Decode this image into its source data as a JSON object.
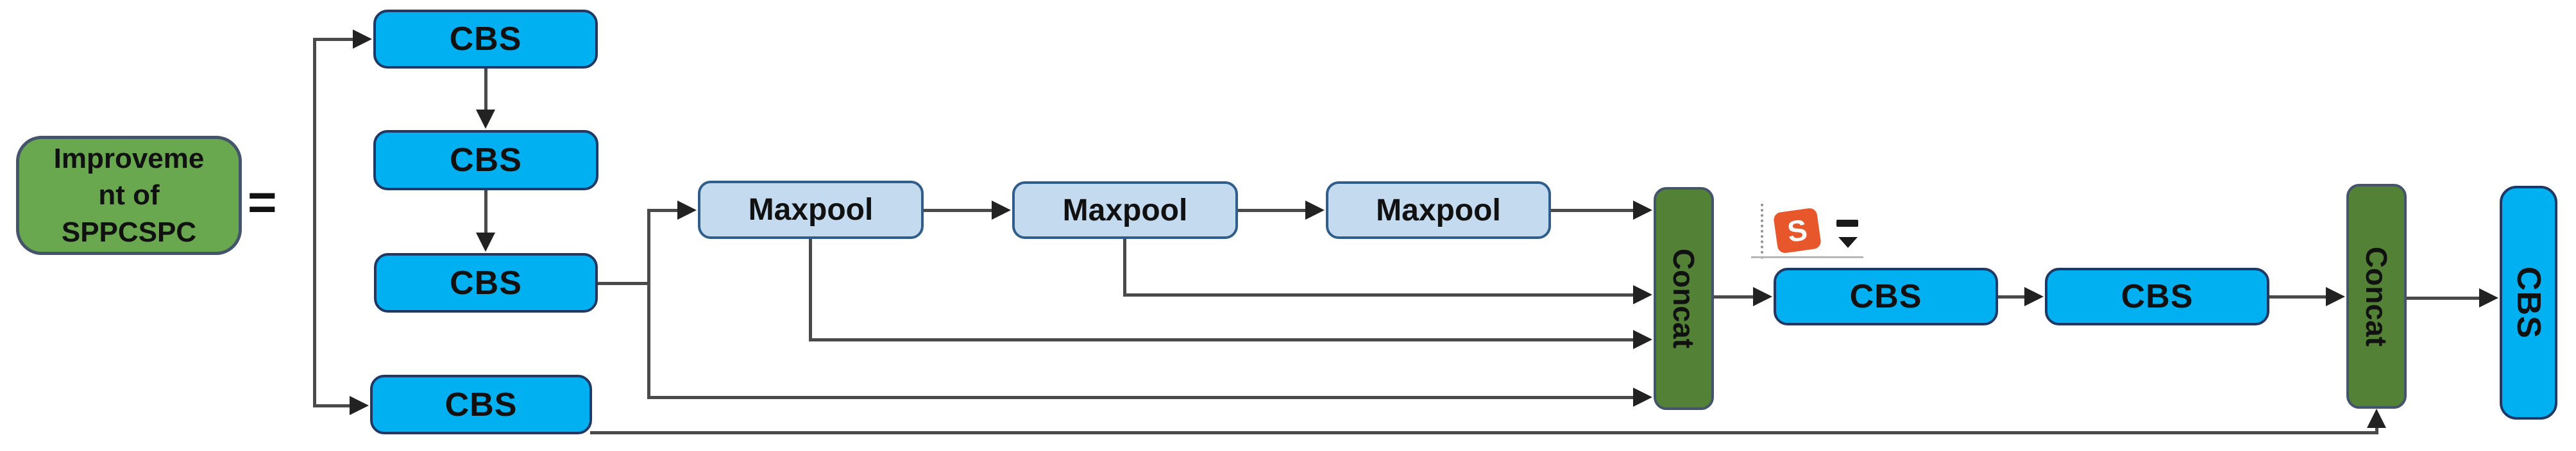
{
  "legend": {
    "title_full": "Improvement of SPPCSPC",
    "title_lines": [
      "Improveme",
      "nt of",
      "SPPCSPC"
    ],
    "equals": "="
  },
  "nodes": {
    "cbs1": {
      "label": "CBS"
    },
    "cbs2": {
      "label": "CBS"
    },
    "cbs3": {
      "label": "CBS"
    },
    "cbs4": {
      "label": "CBS"
    },
    "maxpool1": {
      "label": "Maxpool"
    },
    "maxpool2": {
      "label": "Maxpool"
    },
    "maxpool3": {
      "label": "Maxpool"
    },
    "concat1": {
      "label": "Concat"
    },
    "cbs5": {
      "label": "CBS"
    },
    "cbs6": {
      "label": "CBS"
    },
    "concat2": {
      "label": "Concat"
    },
    "cbs7": {
      "label": "CBS"
    }
  },
  "overlay": {
    "icon": "s-logo-icon",
    "letter": "S"
  },
  "colors": {
    "cbs_fill": "#00b0f0",
    "cbs_border": "#1f3864",
    "maxpool_fill": "#c4daee",
    "maxpool_border": "#2f5d8c",
    "concat_fill": "#538135",
    "concat_border": "#44546a",
    "legend_fill": "#6aa84f",
    "legend_border": "#44546a",
    "line_color": "#4a4a4a",
    "arrow_color": "#222222",
    "overlay_orange": "#e8572b"
  }
}
